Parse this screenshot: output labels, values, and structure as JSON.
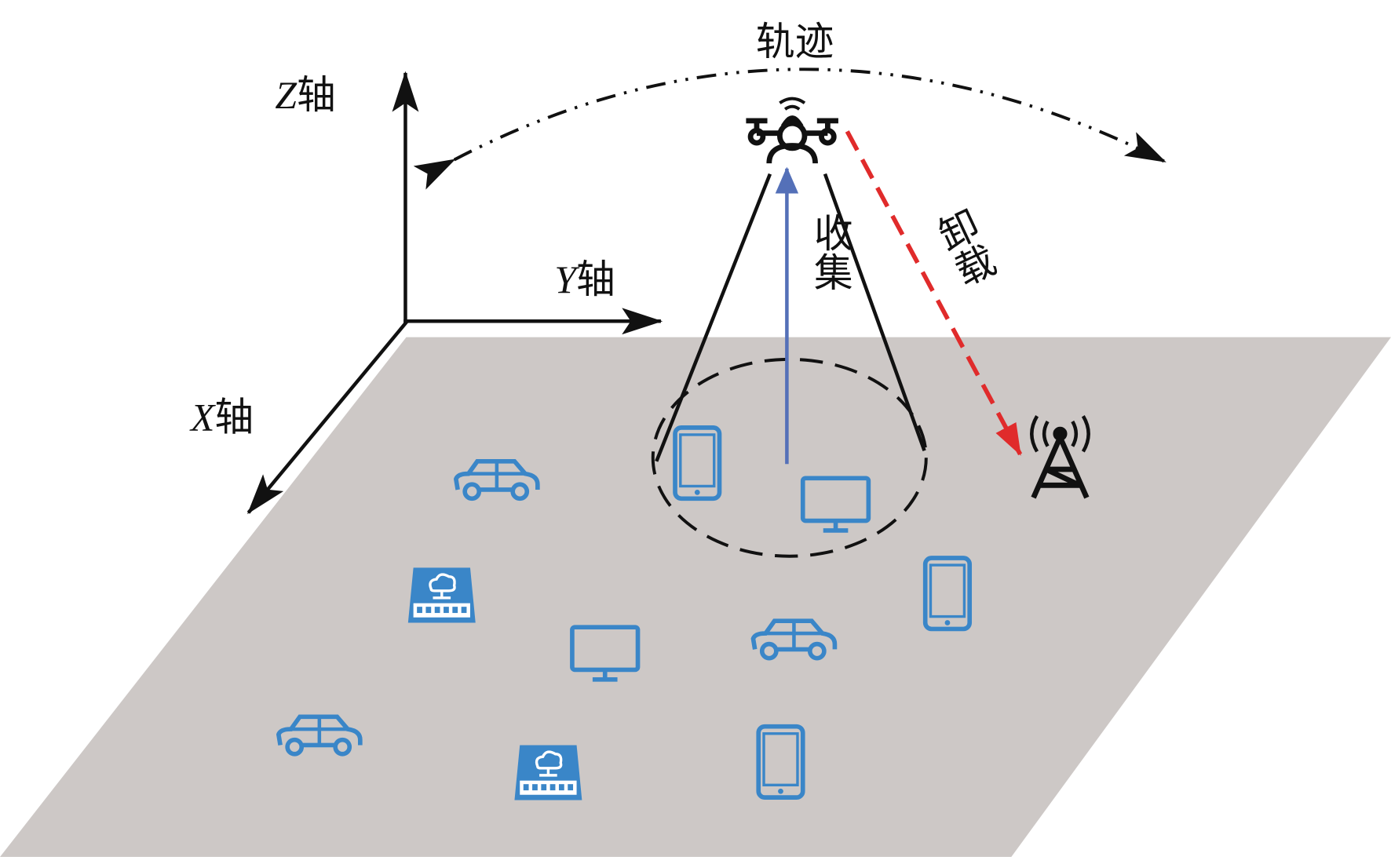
{
  "title": "轨迹",
  "axes": {
    "z": {
      "letter": "Z",
      "suffix": "轴"
    },
    "y": {
      "letter": "Y",
      "suffix": "轴"
    },
    "x": {
      "letter": "X",
      "suffix": "轴"
    }
  },
  "labels": {
    "collect": "收集",
    "offload": "卸载"
  },
  "colors": {
    "ground": "#cdc8c6",
    "device": "#3a86c8",
    "collect_arrow": "#5470b8",
    "offload_arrow": "#e02b2b"
  }
}
